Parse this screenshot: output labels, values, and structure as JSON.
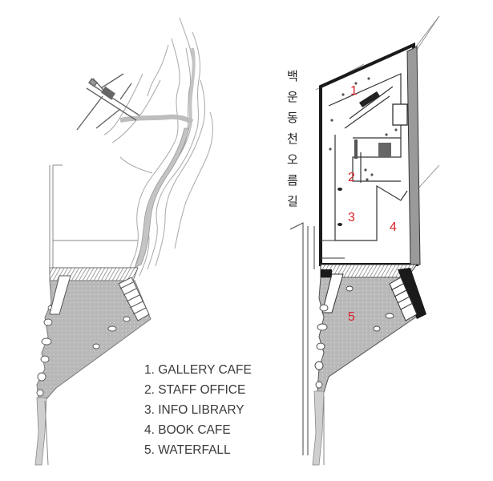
{
  "street_name": [
    "백",
    "운",
    "동",
    "천",
    "오",
    "름",
    "길"
  ],
  "zone_labels": [
    "1",
    "2",
    "3",
    "4",
    "5"
  ],
  "legend": [
    "1. GALLERY CAFE",
    "2. STAFF OFFICE",
    "3. INFO LIBRARY",
    "4. BOOK CAFE",
    "5. WATERFALL"
  ],
  "colors": {
    "accent_red": "#d8232a",
    "hatch_grey": "#b4b4b4",
    "wall_black": "#1a1a1a",
    "line_grey": "#9a9a9a"
  }
}
